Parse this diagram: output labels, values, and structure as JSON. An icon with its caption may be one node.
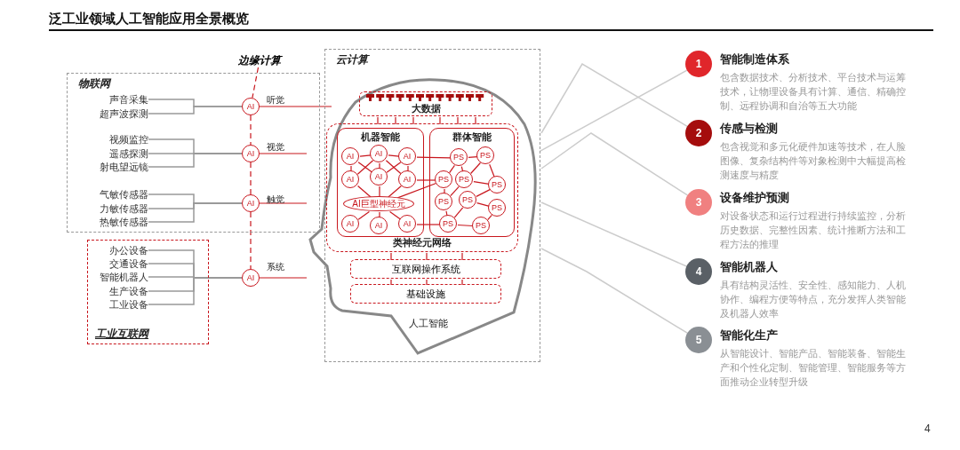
{
  "diagram": {
    "title": "泛工业领域人工智能应用全景概览",
    "nodes": [
      {
        "text": [
          "物联网"
        ]
      },
      {
        "text": [
          "声音采集"
        ],
        "in": 0
      },
      {
        "text": [
          "超声波探测"
        ],
        "in": 0
      },
      {
        "text": [
          "视频监控"
        ],
        "in": 0
      },
      {
        "text": [
          "遥感探测"
        ],
        "in": 0
      },
      {
        "text": [
          "射电望远镜"
        ],
        "in": 0
      },
      {
        "text": [
          "气敏传感器"
        ],
        "in": 0
      },
      {
        "text": [
          "力敏传感器"
        ],
        "in": 0
      },
      {
        "text": [
          "热敏传感器"
        ],
        "in": 0
      },
      {
        "text": [
          "工业互联网"
        ]
      },
      {
        "text": [
          "办公设备"
        ],
        "in": 9
      },
      {
        "text": [
          "交通设备"
        ],
        "in": 9
      },
      {
        "text": [
          "智能机器人"
        ],
        "in": 9
      },
      {
        "text": [
          "生产设备"
        ],
        "in": 9
      },
      {
        "text": [
          "工业设备"
        ],
        "in": 9
      },
      {
        "text": [
          "边缘计算"
        ]
      },
      {
        "text": [
          "AI"
        ],
        "beside": [
          "听觉"
        ],
        "in": 0
      },
      {
        "text": [
          "AI"
        ],
        "beside": [
          "视觉"
        ],
        "in": 0
      },
      {
        "text": [
          "AI"
        ],
        "beside": [
          "触觉"
        ],
        "in": 0
      },
      {
        "text": [
          "AI"
        ],
        "beside": [
          "系统"
        ]
      },
      {
        "text": [
          "云计算"
        ]
      },
      {
        "text": [
          "人工智能"
        ],
        "in": 20
      },
      {
        "text": [
          "大数据"
        ],
        "in": 21
      },
      {
        "text": [
          "类神经元网络"
        ],
        "in": 21
      },
      {
        "text": [
          "机器智能"
        ],
        "in": 23
      },
      {
        "text": [
          "AI"
        ],
        "in": 24
      },
      {
        "text": [
          "AI"
        ],
        "in": 24
      },
      {
        "text": [
          "AI"
        ],
        "in": 24
      },
      {
        "text": [
          "AI"
        ],
        "in": 24
      },
      {
        "text": [
          "AI"
        ],
        "in": 24
      },
      {
        "text": [
          "AI"
        ],
        "in": 24
      },
      {
        "text": [
          "AI巨型神经元"
        ],
        "in": 24
      },
      {
        "text": [
          "AI"
        ],
        "in": 24
      },
      {
        "text": [
          "AI"
        ],
        "in": 24
      },
      {
        "text": [
          "AI"
        ],
        "in": 24
      },
      {
        "text": [
          "群体智能"
        ],
        "in": 23
      },
      {
        "text": [
          "PS"
        ],
        "in": 35
      },
      {
        "text": [
          "PS"
        ],
        "in": 35
      },
      {
        "text": [
          "PS"
        ],
        "in": 35
      },
      {
        "text": [
          "PS"
        ],
        "in": 35
      },
      {
        "text": [
          "PS"
        ],
        "in": 35
      },
      {
        "text": [
          "PS"
        ],
        "in": 35
      },
      {
        "text": [
          "PS"
        ],
        "in": 35
      },
      {
        "text": [
          "PS"
        ],
        "in": 35
      },
      {
        "text": [
          "PS"
        ],
        "in": 35
      },
      {
        "text": [
          "PS"
        ],
        "in": 35
      },
      {
        "text": [
          "互联网操作系统"
        ],
        "in": 21
      },
      {
        "text": [
          "基础设施"
        ],
        "in": 21
      },
      {
        "text": [
          "1"
        ],
        "beside": [
          "智能制造体系",
          "包含数据技术、分析技术、平台技术与运筹技术，让物理设备具有计算、通信、精确控制、远程协调和自治等五大功能"
        ]
      },
      {
        "text": [
          "2"
        ],
        "beside": [
          "传感与检测",
          "包含视觉和多元化硬件加速等技术，在人脸图像、复杂结构件等对象检测中大幅提高检测速度与精度"
        ]
      },
      {
        "text": [
          "3"
        ],
        "beside": [
          "设备维护预测",
          "对设备状态和运行过程进行持续监控，分析历史数据、完整性因素、统计推断方法和工程方法的推理"
        ]
      },
      {
        "text": [
          "4"
        ],
        "beside": [
          "智能机器人",
          "具有结构灵活性、安全性、感知能力、人机协作、编程方便等特点，充分发挥人类智能及机器人效率"
        ]
      },
      {
        "text": [
          "5"
        ],
        "beside": [
          "智能化生产",
          "从智能设计、智能产品、智能装备、智能生产和个性化定制、智能管理、智能服务等方面推动企业转型升级"
        ]
      }
    ],
    "edges": [
      {
        "from": 1,
        "to": 16,
        "arrow": "none",
        "color": "#999999"
      },
      {
        "from": 2,
        "to": 16,
        "arrow": "none",
        "color": "#999999"
      },
      {
        "from": 3,
        "to": 17,
        "arrow": "none",
        "color": "#999999"
      },
      {
        "from": 4,
        "to": 17,
        "arrow": "none",
        "color": "#999999"
      },
      {
        "from": 5,
        "to": 17,
        "arrow": "none",
        "color": "#999999"
      },
      {
        "from": 6,
        "to": 18,
        "arrow": "none",
        "color": "#999999"
      },
      {
        "from": 7,
        "to": 18,
        "arrow": "none",
        "color": "#999999"
      },
      {
        "from": 8,
        "to": 18,
        "arrow": "none",
        "color": "#999999"
      },
      {
        "from": 10,
        "to": 19,
        "arrow": "none",
        "color": "#999999"
      },
      {
        "from": 11,
        "to": 19,
        "arrow": "none",
        "color": "#999999"
      },
      {
        "from": 12,
        "to": 19,
        "arrow": "none",
        "color": "#999999"
      },
      {
        "from": 13,
        "to": 19,
        "arrow": "none",
        "color": "#999999"
      },
      {
        "from": 14,
        "to": 19,
        "arrow": "none",
        "color": "#999999"
      },
      {
        "from": 15,
        "to": 16,
        "arrow": "none",
        "style": "dashed"
      },
      {
        "from": 16,
        "to": 17,
        "arrow": "none",
        "style": "dashed"
      },
      {
        "from": 17,
        "to": 18,
        "arrow": "none",
        "style": "dashed"
      },
      {
        "from": 18,
        "to": 19,
        "arrow": "none",
        "style": "dashed"
      },
      {
        "from": 16,
        "to": 21,
        "arrow": "none"
      },
      {
        "from": 17,
        "to": null,
        "arrow": "none"
      },
      {
        "from": 18,
        "to": null,
        "arrow": "none"
      },
      {
        "from": 19,
        "to": null,
        "arrow": "none"
      },
      {
        "from": 22,
        "to": 23,
        "arrow": "none"
      },
      {
        "from": 23,
        "to": 46,
        "arrow": "none"
      },
      {
        "from": 46,
        "to": 47,
        "arrow": "none"
      },
      {
        "from": 25,
        "to": 26,
        "arrow": "none"
      },
      {
        "from": 26,
        "to": 27,
        "arrow": "none"
      },
      {
        "from": 25,
        "to": 28,
        "arrow": "none"
      },
      {
        "from": 25,
        "to": 29,
        "arrow": "none"
      },
      {
        "from": 26,
        "to": 28,
        "arrow": "none"
      },
      {
        "from": 26,
        "to": 29,
        "arrow": "none"
      },
      {
        "from": 26,
        "to": 30,
        "arrow": "none"
      },
      {
        "from": 27,
        "to": 30,
        "arrow": "none"
      },
      {
        "from": 27,
        "to": 29,
        "arrow": "none"
      },
      {
        "from": 28,
        "to": 31,
        "arrow": "none"
      },
      {
        "from": 29,
        "to": 31,
        "arrow": "none"
      },
      {
        "from": 30,
        "to": 31,
        "arrow": "none"
      },
      {
        "from": 31,
        "to": 32,
        "arrow": "none"
      },
      {
        "from": 31,
        "to": 33,
        "arrow": "none"
      },
      {
        "from": 31,
        "to": 34,
        "arrow": "none"
      },
      {
        "from": 27,
        "to": 36,
        "arrow": "none"
      },
      {
        "from": 30,
        "to": 38,
        "arrow": "none"
      },
      {
        "from": 31,
        "to": 38,
        "arrow": "none"
      },
      {
        "from": 34,
        "to": 44,
        "arrow": "none"
      },
      {
        "from": 36,
        "to": 37,
        "arrow": "none"
      },
      {
        "from": 36,
        "to": 38,
        "arrow": "none"
      },
      {
        "from": 36,
        "to": 39,
        "arrow": "none"
      },
      {
        "from": 37,
        "to": 39,
        "arrow": "none"
      },
      {
        "from": 37,
        "to": 40,
        "arrow": "none"
      },
      {
        "from": 38,
        "to": 41,
        "arrow": "none"
      },
      {
        "from": 39,
        "to": 40,
        "arrow": "none"
      },
      {
        "from": 39,
        "to": 41,
        "arrow": "none"
      },
      {
        "from": 40,
        "to": 42,
        "arrow": "none"
      },
      {
        "from": 41,
        "to": 44,
        "arrow": "none"
      },
      {
        "from": 42,
        "to": 43,
        "arrow": "none"
      },
      {
        "from": 42,
        "to": 44,
        "arrow": "none"
      },
      {
        "from": 43,
        "to": 45,
        "arrow": "none"
      },
      {
        "from": 44,
        "to": 45,
        "arrow": "none"
      },
      {
        "from": 21,
        "to": 48,
        "arrow": "none",
        "color": "#cccccc"
      },
      {
        "from": 21,
        "to": 49,
        "arrow": "none",
        "color": "#cccccc"
      },
      {
        "from": 21,
        "to": 50,
        "arrow": "none",
        "color": "#cccccc"
      },
      {
        "from": 21,
        "to": 51,
        "arrow": "none",
        "color": "#cccccc"
      },
      {
        "from": 21,
        "to": 52,
        "arrow": "none",
        "color": "#cccccc"
      }
    ],
    "labels": [
      "4"
    ]
  }
}
